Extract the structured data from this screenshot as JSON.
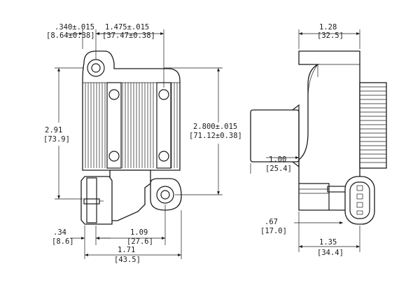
{
  "front_view": {
    "dims": {
      "hole_offset": ".340±.015",
      "hole_offset_mm": "[8.64±0.38]",
      "hole_spacing": "1.475±.015",
      "hole_spacing_mm": "[37.47±0.38]",
      "height": "2.91",
      "height_mm": "[73.9]",
      "hole_vertical": "2.800±.015",
      "hole_vertical_mm": "[71.12±0.38]",
      "connector_offset": ".34",
      "connector_offset_mm": "[8.6]",
      "connector_width": "1.09",
      "connector_width_mm": "[27.6]",
      "overall_width": "1.71",
      "overall_width_mm": "[43.5]"
    }
  },
  "side_view": {
    "dims": {
      "top_width": "1.28",
      "top_width_mm": "[32.5]",
      "tower_length": "1.00",
      "tower_length_mm": "[25.4]",
      "connector_height": ".67",
      "connector_height_mm": "[17.0]",
      "connector_depth": "1.35",
      "connector_depth_mm": "[34.4]"
    }
  }
}
